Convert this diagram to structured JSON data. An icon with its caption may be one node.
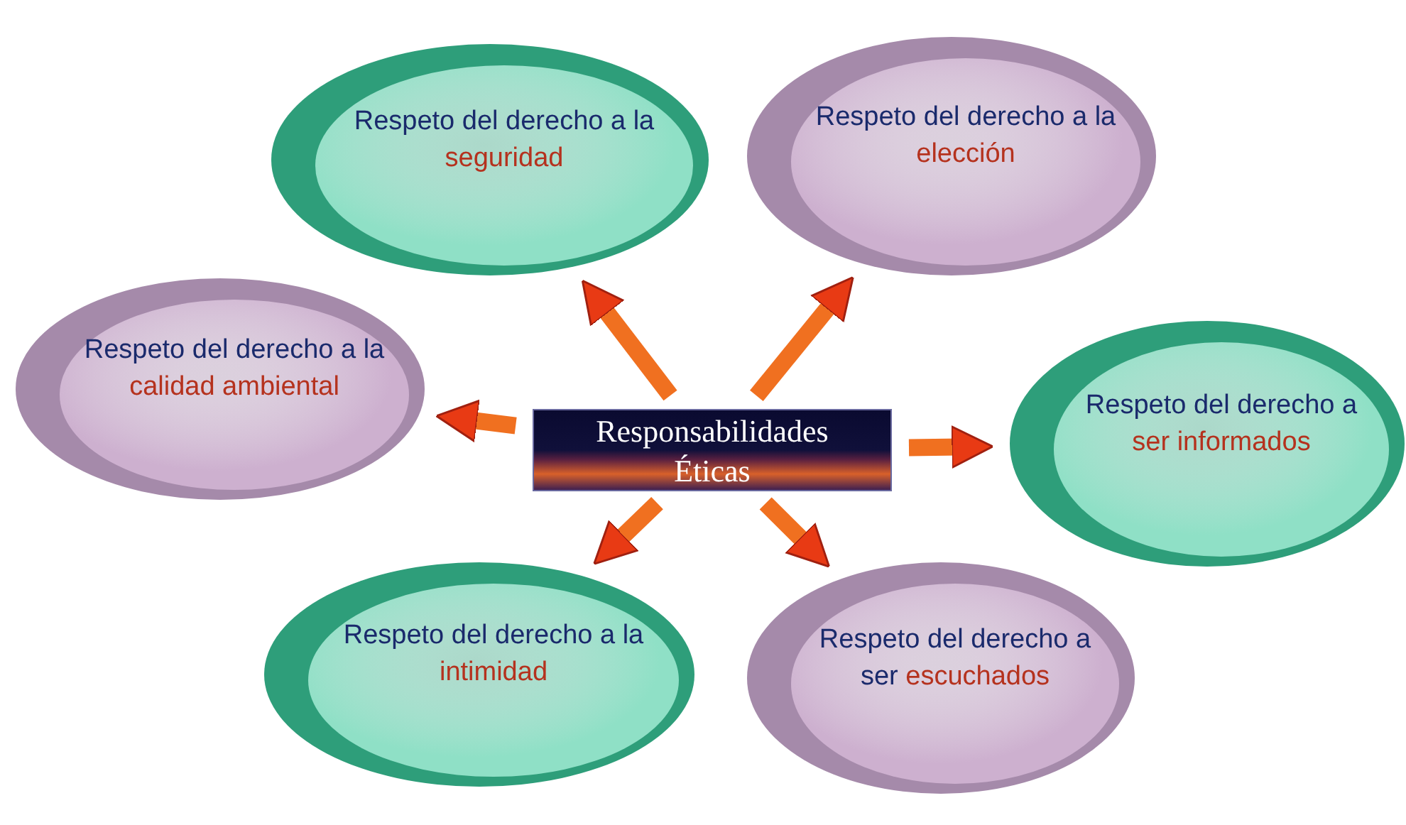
{
  "diagram": {
    "nodes": [
      {
        "text": [
          "Responsabilidades",
          "Éticas"
        ]
      },
      {
        "text": [
          "Respeto del derecho a la **seguridad**"
        ]
      },
      {
        "text": [
          "Respeto del derecho a la **elección**"
        ]
      },
      {
        "text": [
          "Respeto del derecho a la **calidad ambiental**"
        ]
      },
      {
        "text": [
          "Respeto del derecho a **ser informados**"
        ]
      },
      {
        "text": [
          "Respeto del derecho a la **intimidad**"
        ]
      },
      {
        "text": [
          "Respeto del derecho a ser **escuchados**"
        ]
      }
    ],
    "edges": [
      {
        "from": 0,
        "to": 1,
        "arrow": "to"
      },
      {
        "from": 0,
        "to": 2,
        "arrow": "to"
      },
      {
        "from": 0,
        "to": 3,
        "arrow": "to"
      },
      {
        "from": 0,
        "to": 4,
        "arrow": "to"
      },
      {
        "from": 0,
        "to": 5,
        "arrow": "to"
      },
      {
        "from": 0,
        "to": 6,
        "arrow": "to"
      }
    ]
  }
}
